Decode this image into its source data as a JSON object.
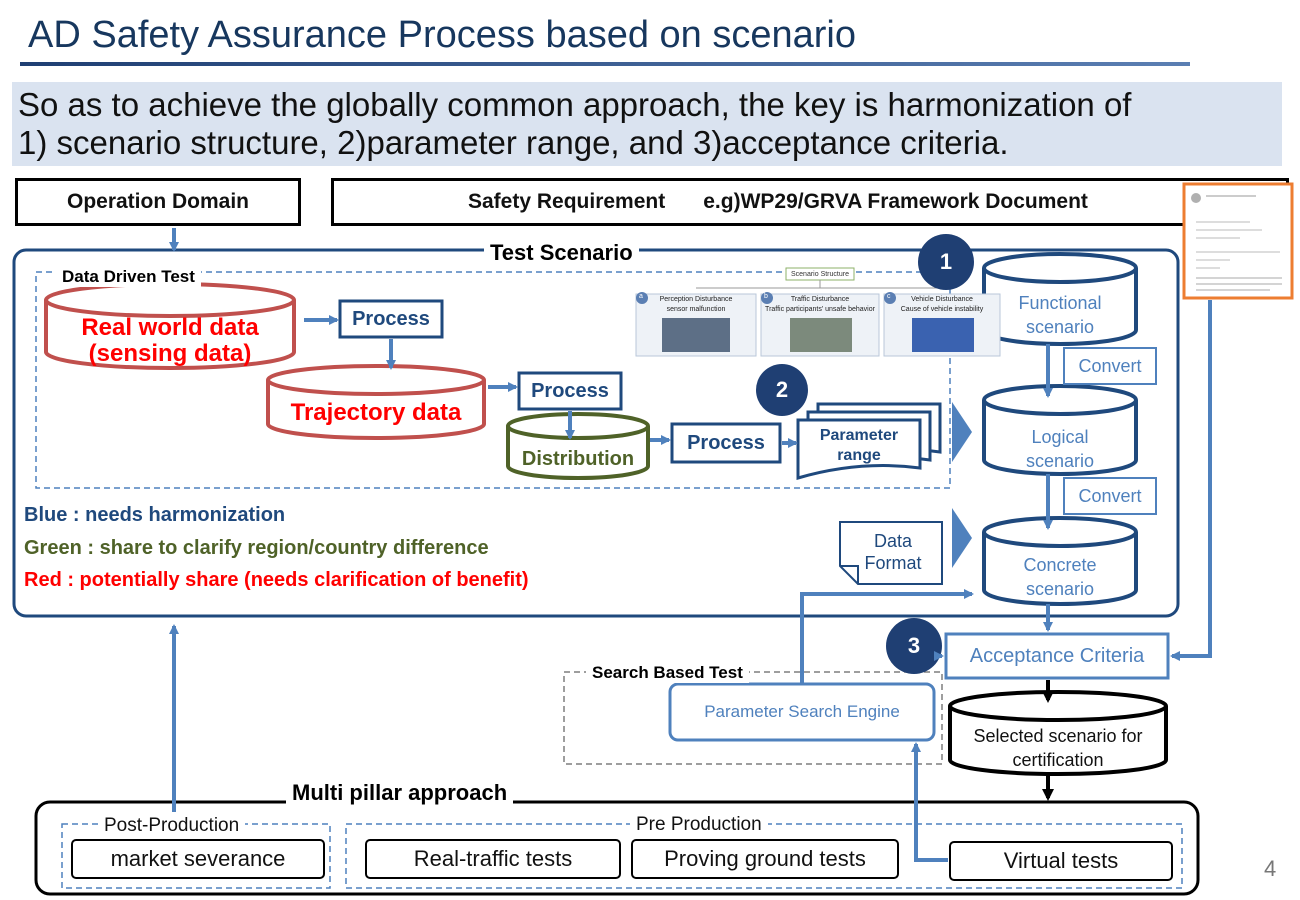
{
  "title": "AD Safety Assurance Process based on scenario",
  "banner": {
    "line1": "So as to achieve the globally common approach, the key is harmonization of",
    "line2": "1) scenario structure, 2)parameter range, and 3)acceptance criteria."
  },
  "top_boxes": {
    "operation_domain": "Operation Domain",
    "safety_requirement": "Safety Requirement",
    "safety_requirement_example": "e.g)WP29/GRVA Framework Document"
  },
  "test_scenario": {
    "title": "Test Scenario",
    "data_driven_test": "Data Driven Test",
    "real_world_data_1": "Real world data",
    "real_world_data_2": "(sensing data)",
    "trajectory_data": "Trajectory data",
    "distribution": "Distribution",
    "process": "Process",
    "parameter_range_1": "Parameter",
    "parameter_range_2": "range",
    "data_format_1": "Data",
    "data_format_2": "Format",
    "functional_1": "Functional",
    "functional_2": "scenario",
    "logical_1": "Logical",
    "logical_2": "scenario",
    "concrete_1": "Concrete",
    "concrete_2": "scenario",
    "convert": "Convert",
    "badge_1": "1",
    "badge_2": "2",
    "badge_3": "3"
  },
  "scenario_structure": {
    "title": "Scenario Structure",
    "items": [
      {
        "letter": "a",
        "title": "Perception Disturbance",
        "sub": "sensor malfunction"
      },
      {
        "letter": "b",
        "title": "Traffic Disturbance",
        "sub": "Traffic participants' unsafe behavior"
      },
      {
        "letter": "c",
        "title": "Vehicle Disturbance",
        "sub": "Cause of vehicle instability"
      }
    ]
  },
  "legend": {
    "blue": "Blue : needs harmonization",
    "green": "Green : share to clarify region/country  difference",
    "red": "Red  : potentially  share  (needs clarification  of benefit)"
  },
  "search_based": {
    "title": "Search Based Test",
    "engine": "Parameter Search Engine"
  },
  "acceptance_criteria": "Acceptance Criteria",
  "selected_scenario_1": "Selected scenario for",
  "selected_scenario_2": "certification",
  "multi_pillar": {
    "title": "Multi pillar approach",
    "post_production": "Post-Production",
    "pre_production": "Pre Production",
    "market_severance": "market severance",
    "real_traffic": "Real-traffic tests",
    "proving_ground": "Proving ground tests",
    "virtual": "Virtual tests"
  },
  "page_number": "4",
  "colors": {
    "blue": "#1f497d",
    "green": "#4f6228",
    "red": "#ff0000",
    "dark_red": "#c0504d",
    "olive": "#4f6228",
    "arrow": "#4f81bd",
    "badge": "#1f3f73"
  }
}
